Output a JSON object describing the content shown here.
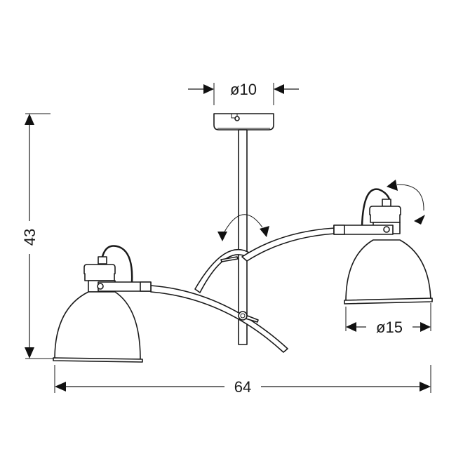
{
  "dimensions": {
    "canopy_diameter": "ø10",
    "height": "43",
    "width": "64",
    "shade_diameter": "ø15"
  },
  "colors": {
    "line": "#1a1a1a",
    "background": "#ffffff"
  }
}
